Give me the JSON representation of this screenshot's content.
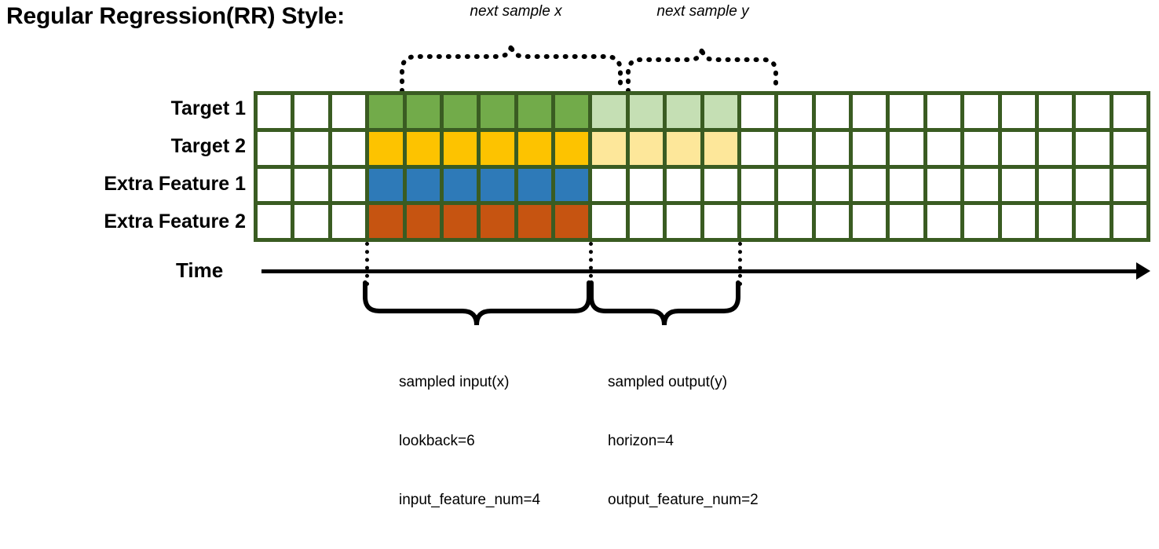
{
  "title": "Regular Regression(RR) Style:",
  "annotations": {
    "next_sample_x": "next sample x",
    "next_sample_y": "next sample y"
  },
  "rows": [
    {
      "label": "Target 1",
      "input_color": "#72ab4a",
      "output_color": "#c5dfb4",
      "has_output": true
    },
    {
      "label": "Target 2",
      "input_color": "#fdc300",
      "output_color": "#fde79a",
      "has_output": true
    },
    {
      "label": "Extra Feature 1",
      "input_color": "#2e7ab8",
      "output_color": "#ffffff",
      "has_output": false
    },
    {
      "label": "Extra Feature 2",
      "input_color": "#c65411",
      "output_color": "#ffffff",
      "has_output": false
    }
  ],
  "grid": {
    "total_columns": 24,
    "pad_columns": 3,
    "input_columns": 6,
    "output_columns": 4,
    "border_color": "#3a5c22",
    "empty_color": "#ffffff"
  },
  "axis": {
    "label": "Time"
  },
  "captions": {
    "input": {
      "line1": "sampled input(x)",
      "line2": "lookback=6",
      "line3": "input_feature_num=4"
    },
    "output": {
      "line1": "sampled output(y)",
      "line2": "horizon=4",
      "line3": "output_feature_num=2"
    }
  },
  "colors": {
    "border": "#3a5c22",
    "ink": "#000000",
    "background": "#ffffff"
  }
}
